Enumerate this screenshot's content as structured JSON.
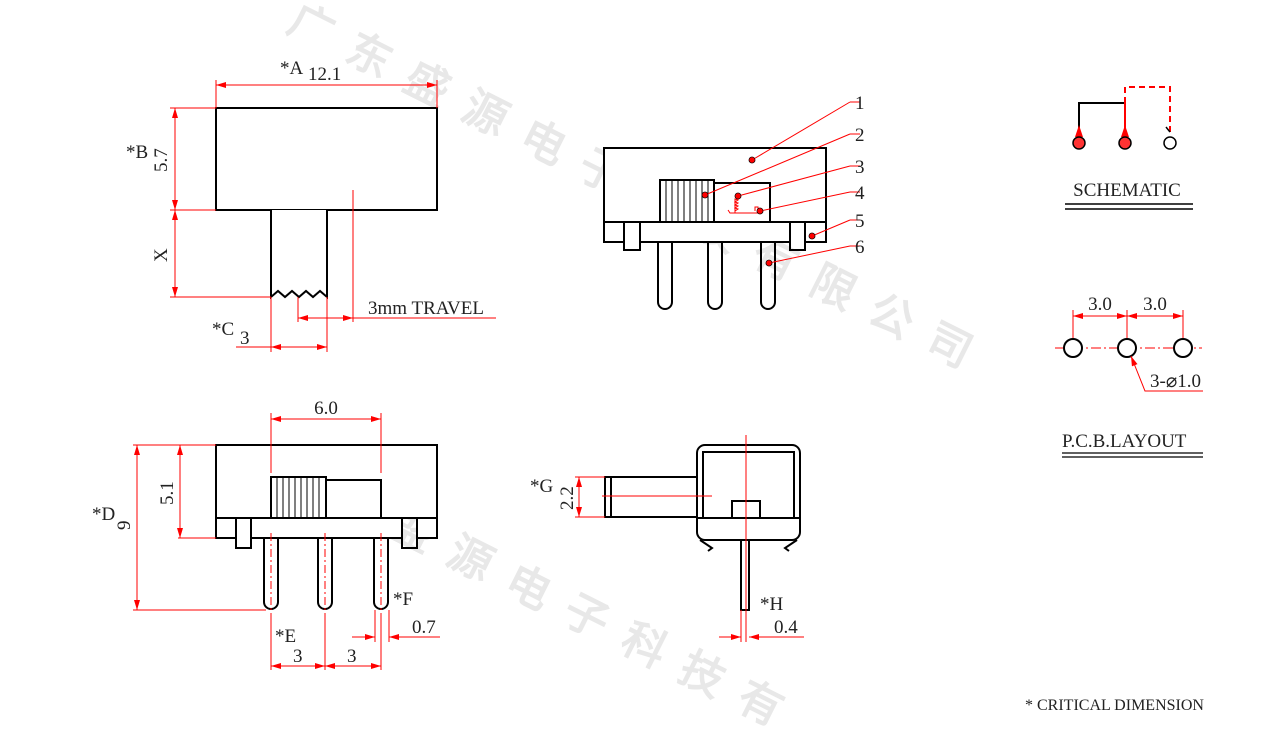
{
  "watermark": "广东盛源电子科技有限公司",
  "top_view": {
    "dim_a_label": "*A",
    "dim_a_value": "12.1",
    "dim_b_label": "*B",
    "dim_b_value": "5.7",
    "dim_x_label": "X",
    "travel_label": "3mm TRAVEL",
    "dim_c_label": "*C",
    "dim_c_value": "3"
  },
  "front_view": {
    "callouts": [
      "1",
      "2",
      "3",
      "4",
      "5",
      "6"
    ]
  },
  "schematic": {
    "title": "SCHEMATIC",
    "color": "#ff0000"
  },
  "pcb_layout": {
    "title": "P.C.B.LAYOUT",
    "pitch_1": "3.0",
    "pitch_2": "3.0",
    "hole_label": "3-⌀1.0"
  },
  "bottom_view": {
    "dim_width": "6.0",
    "dim_d_label": "*D",
    "dim_d_value": "9",
    "dim_height": "5.1",
    "dim_e_label": "*E",
    "pitch_1": "3",
    "pitch_2": "3",
    "dim_f_label": "*F",
    "dim_f_value": "0.7"
  },
  "side_view": {
    "dim_g_label": "*G",
    "dim_g_value": "2.2",
    "dim_h_label": "*H",
    "dim_h_value": "0.4"
  },
  "footer_note": "* CRITICAL  DIMENSION"
}
